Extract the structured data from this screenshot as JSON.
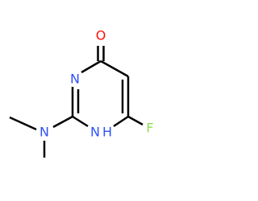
{
  "molecule": {
    "atoms": {
      "oxygen": {
        "label": "O",
        "color": "#ff0d0d"
      },
      "ring_nitrogen": {
        "label": "N",
        "color": "#3050f8"
      },
      "amine_nitrogen": {
        "label": "N",
        "color": "#3050f8"
      },
      "nh_nitrogen": {
        "label": "N",
        "color": "#3050f8"
      },
      "nh_hydrogen": {
        "label": "H",
        "color": "#3050f8"
      },
      "fluorine": {
        "label": "F",
        "color": "#90e050"
      }
    },
    "bond_color": "#000000",
    "background": "#ffffff"
  }
}
